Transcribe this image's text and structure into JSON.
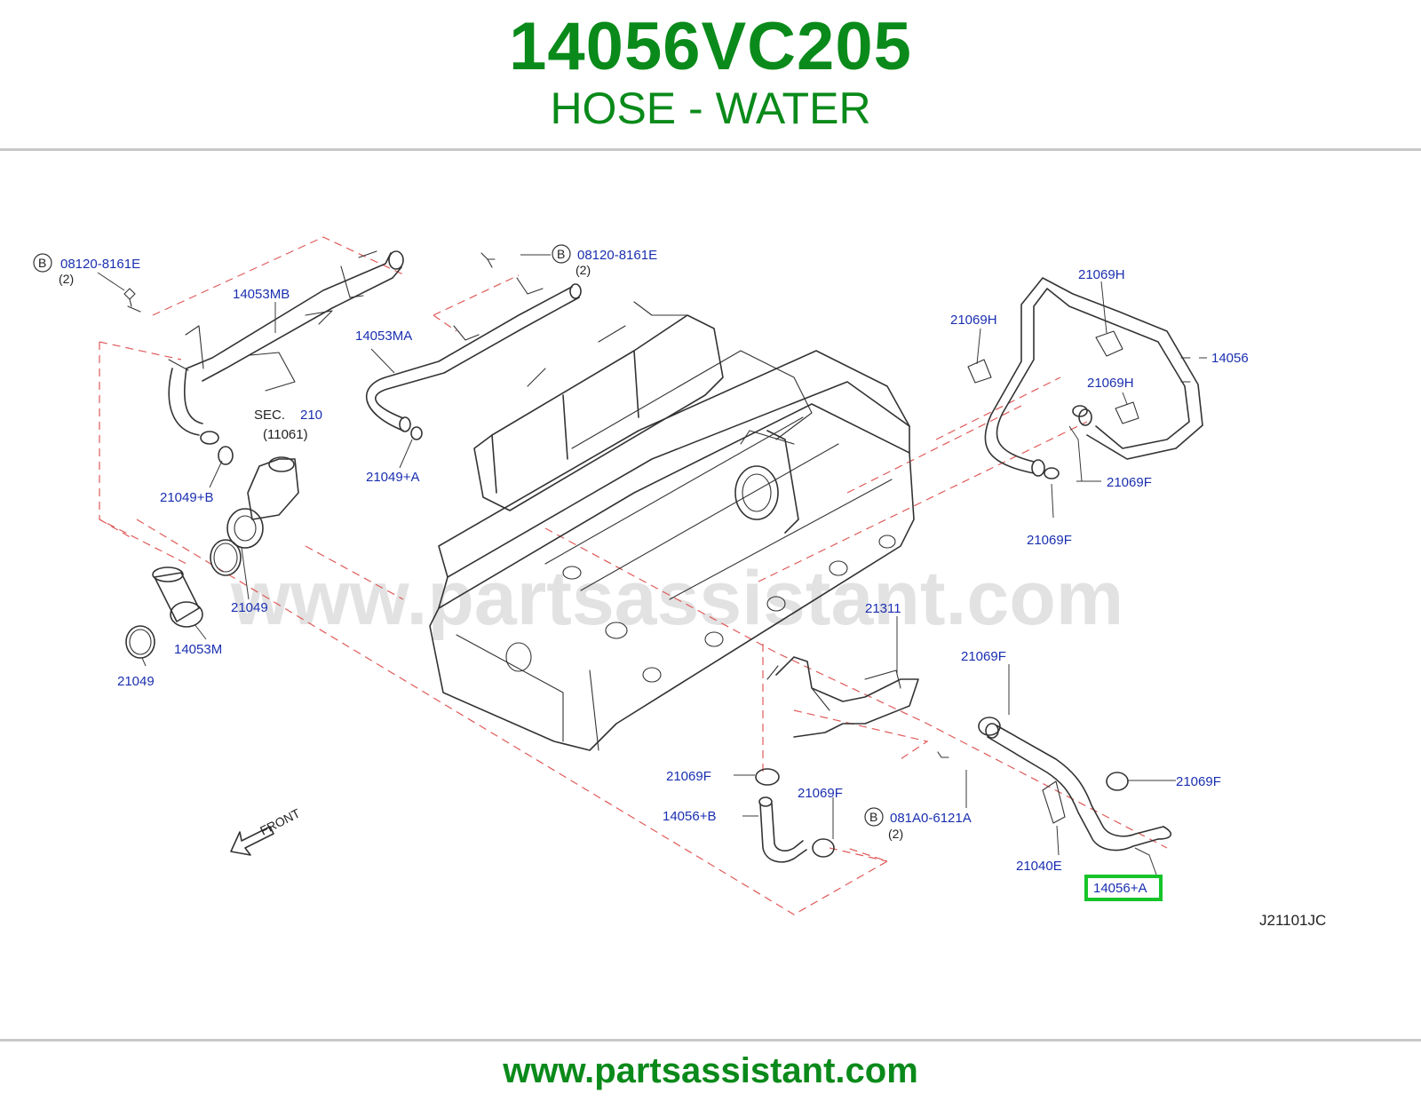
{
  "header": {
    "part_number": "14056VC205",
    "part_name": "HOSE - WATER"
  },
  "footer": {
    "url": "www.partsassistant.com"
  },
  "diagram": {
    "watermark": "www.partsassistant.com",
    "diagram_code": "J21101JC",
    "front_label": "FRONT",
    "bolt_letter": "B",
    "qty_2": "(2)",
    "sec_label": "SEC.",
    "sec_number": "210",
    "sec_sub": "(11061)",
    "highlight_color": "#16c42a",
    "callouts": {
      "bolt_left": "08120-8161E",
      "bolt_mid": "08120-8161E",
      "bolt_lower": "081A0-6121A",
      "pipe_14053MB": "14053MB",
      "pipe_14053MA": "14053MA",
      "pipe_14053M": "14053M",
      "oring_21049B": "21049+B",
      "oring_21049A": "21049+A",
      "oring_21049_upper": "21049",
      "oring_21049_lower": "21049",
      "clip_21069H_a": "21069H",
      "clip_21069H_b": "21069H",
      "clip_21069H_c": "21069H",
      "hose_14056": "14056",
      "clamp_21069F_a": "21069F",
      "clamp_21069F_b": "21069F",
      "clamp_21069F_c": "21069F",
      "clamp_21069F_d": "21069F",
      "clamp_21069F_e": "21069F",
      "clamp_21069F_f": "21069F",
      "bracket_21311": "21311",
      "hose_14056B": "14056+B",
      "clip_21040E": "21040E",
      "hose_14056A": "14056+A"
    }
  }
}
